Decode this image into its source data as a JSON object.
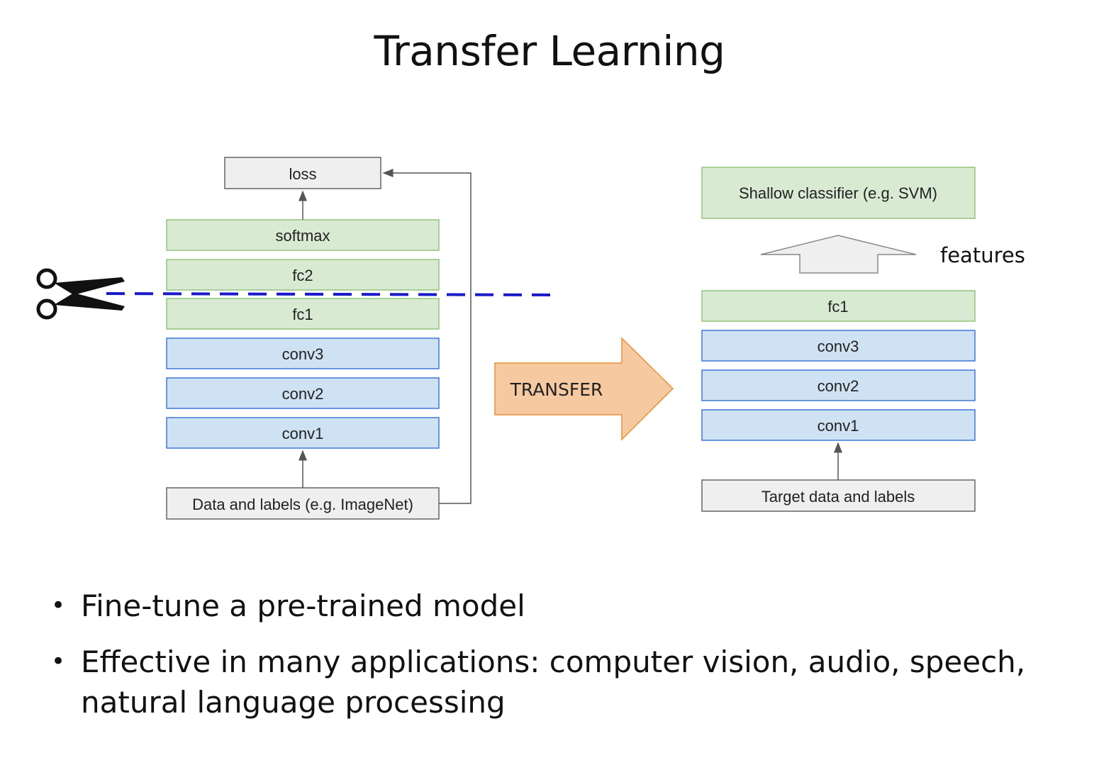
{
  "title": "Transfer Learning",
  "left_stack": {
    "loss": "loss",
    "softmax": "softmax",
    "fc2": "fc2",
    "fc1": "fc1",
    "conv3": "conv3",
    "conv2": "conv2",
    "conv1": "conv1",
    "data": "Data and labels (e.g. ImageNet)"
  },
  "transfer_label": "TRANSFER",
  "right_stack": {
    "classifier": "Shallow classifier (e.g. SVM)",
    "features": "features",
    "fc1": "fc1",
    "conv3": "conv3",
    "conv2": "conv2",
    "conv1": "conv1",
    "data": "Target data and labels"
  },
  "bullets": [
    "Fine-tune a pre-trained model",
    "Effective in many applications: computer vision, audio, speech, natural language processing"
  ],
  "colors": {
    "green_fill": "#d9ead3",
    "green_stroke": "#93c47d",
    "blue_fill": "#cfe2f3",
    "blue_stroke": "#3c78d8",
    "gray_fill": "#efefef",
    "gray_stroke": "#666666",
    "arrow_fill": "#f6c9a0",
    "arrow_stroke": "#e69138",
    "cut_line": "#1a1ac8"
  }
}
